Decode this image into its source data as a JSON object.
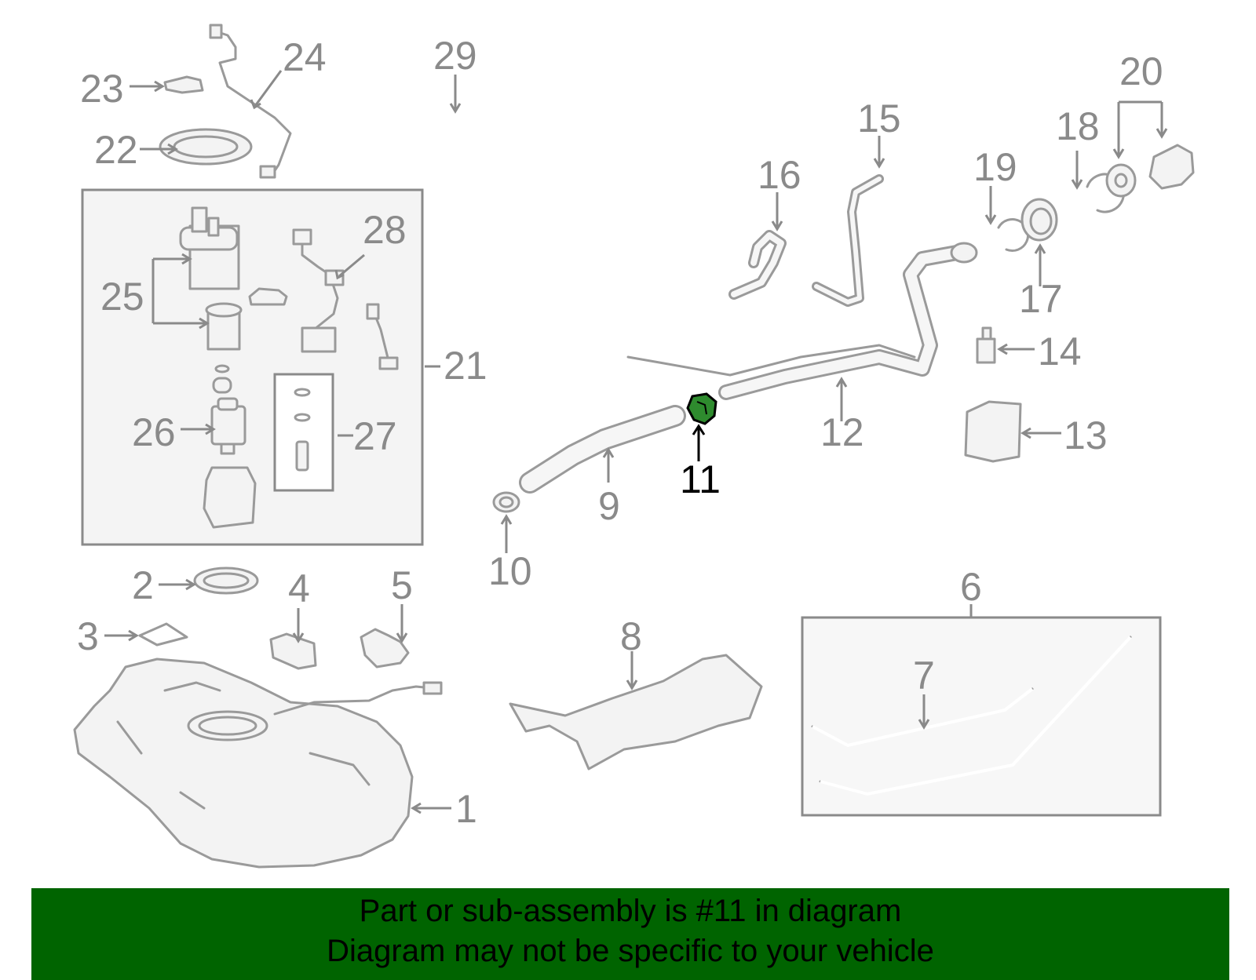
{
  "diagram": {
    "callouts": [
      {
        "id": "1",
        "label": "1"
      },
      {
        "id": "2",
        "label": "2"
      },
      {
        "id": "3",
        "label": "3"
      },
      {
        "id": "4",
        "label": "4"
      },
      {
        "id": "5",
        "label": "5"
      },
      {
        "id": "6",
        "label": "6"
      },
      {
        "id": "7",
        "label": "7"
      },
      {
        "id": "8",
        "label": "8"
      },
      {
        "id": "9",
        "label": "9"
      },
      {
        "id": "10",
        "label": "10"
      },
      {
        "id": "11",
        "label": "11"
      },
      {
        "id": "12",
        "label": "12"
      },
      {
        "id": "13",
        "label": "13"
      },
      {
        "id": "14",
        "label": "14"
      },
      {
        "id": "15",
        "label": "15"
      },
      {
        "id": "16",
        "label": "16"
      },
      {
        "id": "17",
        "label": "17"
      },
      {
        "id": "18",
        "label": "18"
      },
      {
        "id": "19",
        "label": "19"
      },
      {
        "id": "20",
        "label": "20"
      },
      {
        "id": "21",
        "label": "21"
      },
      {
        "id": "22",
        "label": "22"
      },
      {
        "id": "23",
        "label": "23"
      },
      {
        "id": "24",
        "label": "24"
      },
      {
        "id": "25",
        "label": "25"
      },
      {
        "id": "26",
        "label": "26"
      },
      {
        "id": "27",
        "label": "27"
      },
      {
        "id": "28",
        "label": "28"
      },
      {
        "id": "29",
        "label": "29"
      }
    ],
    "highlighted_part": "11",
    "colors": {
      "line": "#9a9a9a",
      "label": "#8a8a8a",
      "highlight_part": "#2e8b2e",
      "highlight_label": "#000000",
      "footer_bg": "#006400"
    }
  },
  "footer": {
    "line1": "Part or sub-assembly is #11 in diagram",
    "line2": "Diagram may not be specific to your vehicle"
  }
}
